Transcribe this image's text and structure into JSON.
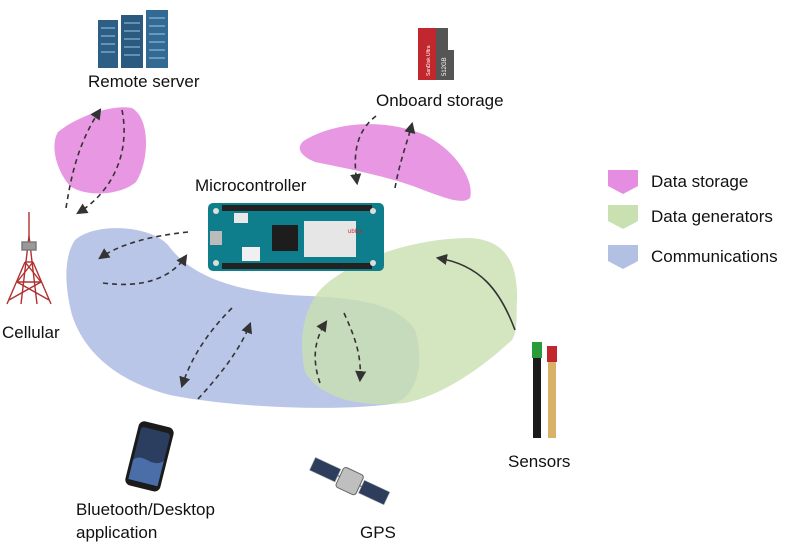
{
  "labels": {
    "remote_server": "Remote server",
    "onboard_storage": "Onboard storage",
    "microcontroller": "Microcontroller",
    "cellular": "Cellular",
    "bluetooth_line1": "Bluetooth/Desktop",
    "bluetooth_line2": "application",
    "gps": "GPS",
    "sensors": "Sensors"
  },
  "legend": [
    {
      "label": "Data storage",
      "color": "#e58de0"
    },
    {
      "label": "Data generators",
      "color": "#c9e0b0"
    },
    {
      "label": "Communications",
      "color": "#b2c0e4"
    }
  ],
  "colors": {
    "storage": "#e58de0",
    "generators": "#c9e0b0",
    "communications": "#b2c0e4",
    "arrows": "#333333"
  },
  "icons": {
    "remote_server": "server-rack-icon",
    "onboard_storage": "sd-card-icon",
    "microcontroller": "circuit-board-icon",
    "cellular": "cell-tower-icon",
    "bluetooth": "smartphone-icon",
    "gps": "satellite-icon",
    "sensors": "probe-sensors-icon"
  },
  "sd_card": {
    "brand": "SanDisk Ultra",
    "capacity": "512GB"
  },
  "board": {
    "chip": "ublox"
  }
}
